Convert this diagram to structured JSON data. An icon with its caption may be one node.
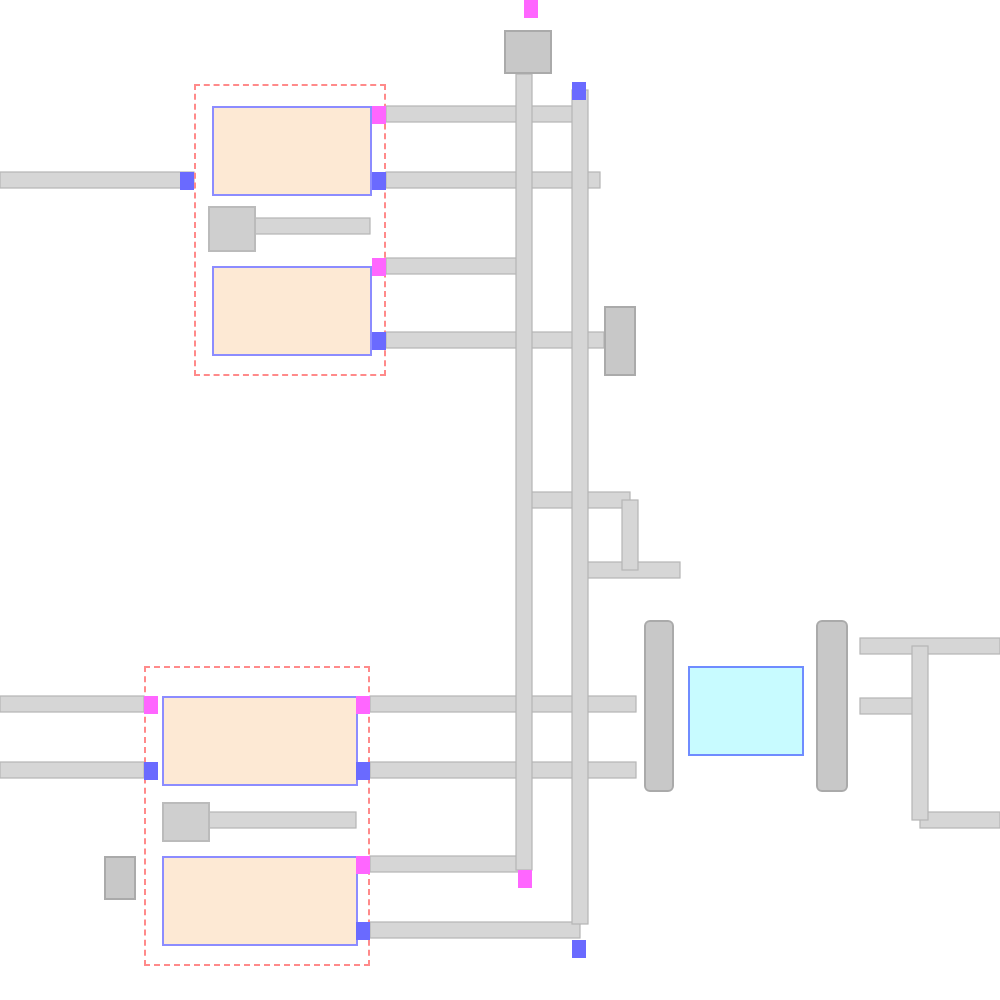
{
  "diagram": {
    "nodes": [
      {
        "text": [],
        "shape": "box"
      },
      {
        "text": [],
        "shape": "box",
        "in": 0
      },
      {
        "text": [],
        "shape": "box",
        "in": 0
      },
      {
        "text": [],
        "shape": "box",
        "in": 0
      },
      {
        "text": [],
        "shape": "box"
      },
      {
        "text": [],
        "shape": "box",
        "in": 4
      },
      {
        "text": [],
        "shape": "box",
        "in": 4
      },
      {
        "text": [],
        "shape": "box",
        "in": 4
      },
      {
        "text": [],
        "shape": "box"
      },
      {
        "text": [],
        "shape": "box"
      },
      {
        "text": [],
        "shape": "bar"
      },
      {
        "text": [],
        "shape": "box"
      },
      {
        "text": [],
        "shape": "bar"
      },
      {
        "text": [],
        "shape": "box"
      }
    ]
  }
}
